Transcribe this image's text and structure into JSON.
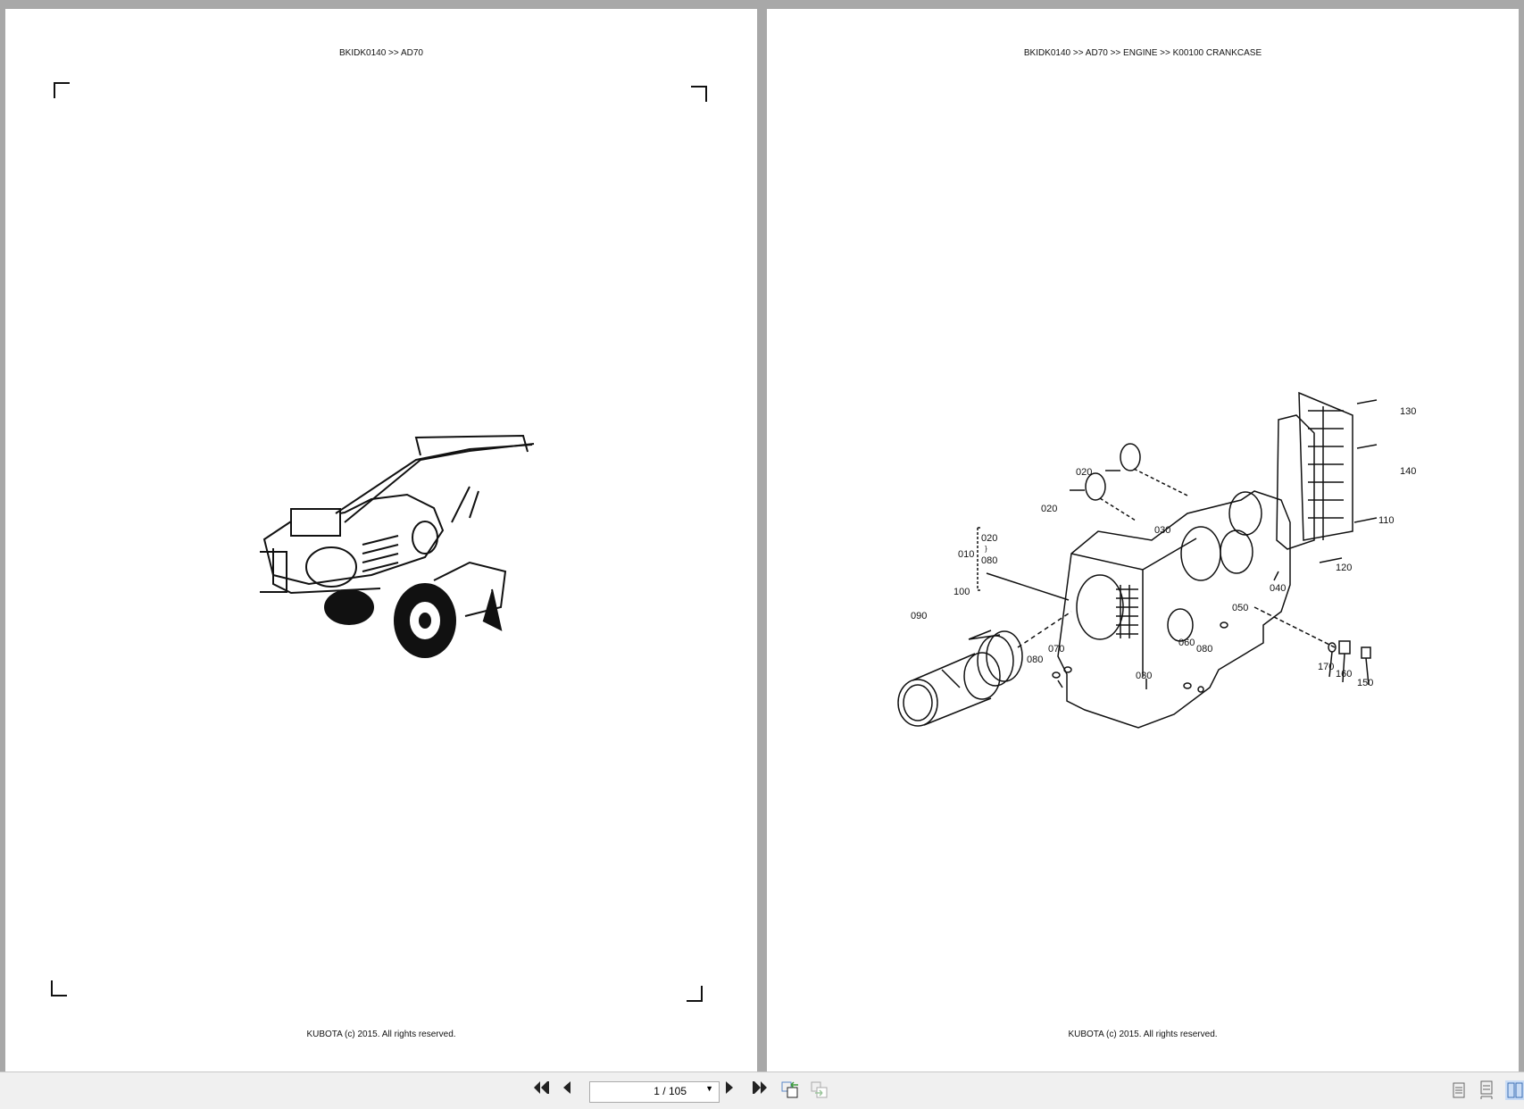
{
  "pages": [
    {
      "header": "BKIDK0140 >> AD70",
      "footer": "KUBOTA (c) 2015. All rights reserved.",
      "image": "walk-behind-tiller-illustration"
    },
    {
      "header": "BKIDK0140 >> AD70 >> ENGINE >> K00100   CRANKCASE",
      "footer": "KUBOTA (c) 2015. All rights reserved.",
      "image": "crankcase-exploded-diagram",
      "part_labels": {
        "p130": "130",
        "p140": "140",
        "p110": "110",
        "p120": "120",
        "p040": "040",
        "p020a": "020",
        "p020b": "020",
        "p030a": "030",
        "p010": "010",
        "p010_from": "020",
        "p010_sep": "}",
        "p010_to": "080",
        "p100": "100",
        "p090": "090",
        "p050": "050",
        "p070": "070",
        "p080a": "080",
        "p060": "060",
        "p080b": "080",
        "p030b": "030",
        "p170": "170",
        "p160": "160",
        "p150": "150"
      }
    }
  ],
  "toolbar": {
    "page_indicator": "1 / 105",
    "buttons": [
      "first-page",
      "previous-page",
      "next-page",
      "last-page",
      "go-back",
      "go-forward"
    ],
    "view_modes": [
      "single-page",
      "continuous",
      "two-page"
    ],
    "active_view": "two-page",
    "accent": "#c9dcf5"
  }
}
